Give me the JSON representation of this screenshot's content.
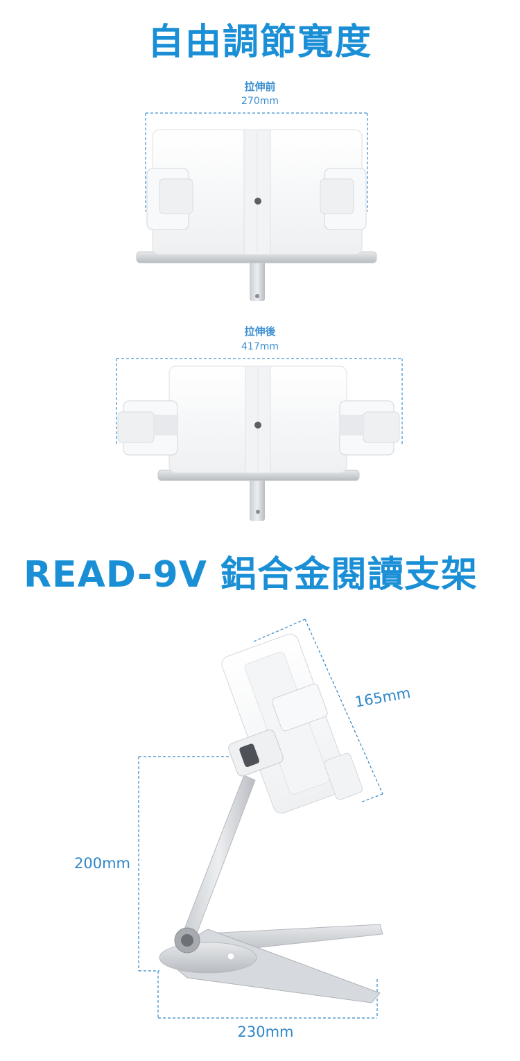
{
  "header": {
    "title": "自由調節寬度"
  },
  "before": {
    "label": "拉伸前",
    "width": "270mm"
  },
  "after": {
    "label": "拉伸後",
    "width": "417mm"
  },
  "product": {
    "title": "READ-9V 鋁合金閱讀支架"
  },
  "dimensions": {
    "depth": "165mm",
    "height": "200mm",
    "base": "230mm"
  },
  "colors": {
    "accent": "#1a8fd6",
    "dim_line": "#2f87c8"
  }
}
